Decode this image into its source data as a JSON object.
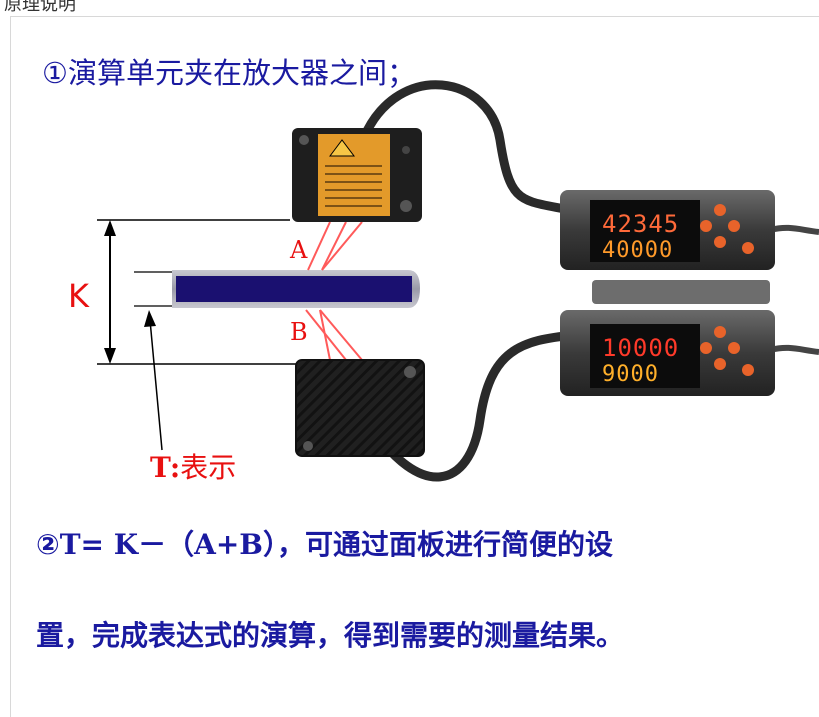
{
  "top_fragment": "原理说明",
  "step1": {
    "num": "①",
    "text": "演算单元夹在放大器之间；"
  },
  "labels": {
    "A": "A",
    "B": "B",
    "K": "K",
    "T_prefix": "T:",
    "T_text": "表示"
  },
  "displays": {
    "upper_top": "42345",
    "upper_bottom": "40000",
    "lower_top": "10000",
    "lower_bottom": "9000"
  },
  "step2": {
    "num": "②",
    "formula": "T= K－（A+B）",
    "text": "，可通过面板进行简便的设"
  },
  "step3": {
    "text": "置，完成表达式的演算，得到需要的测量结果。"
  },
  "colors": {
    "text_blue": "#1a1aa0",
    "label_red": "#e81010",
    "laser": "#ff5a5a",
    "target": "#1a1070"
  }
}
